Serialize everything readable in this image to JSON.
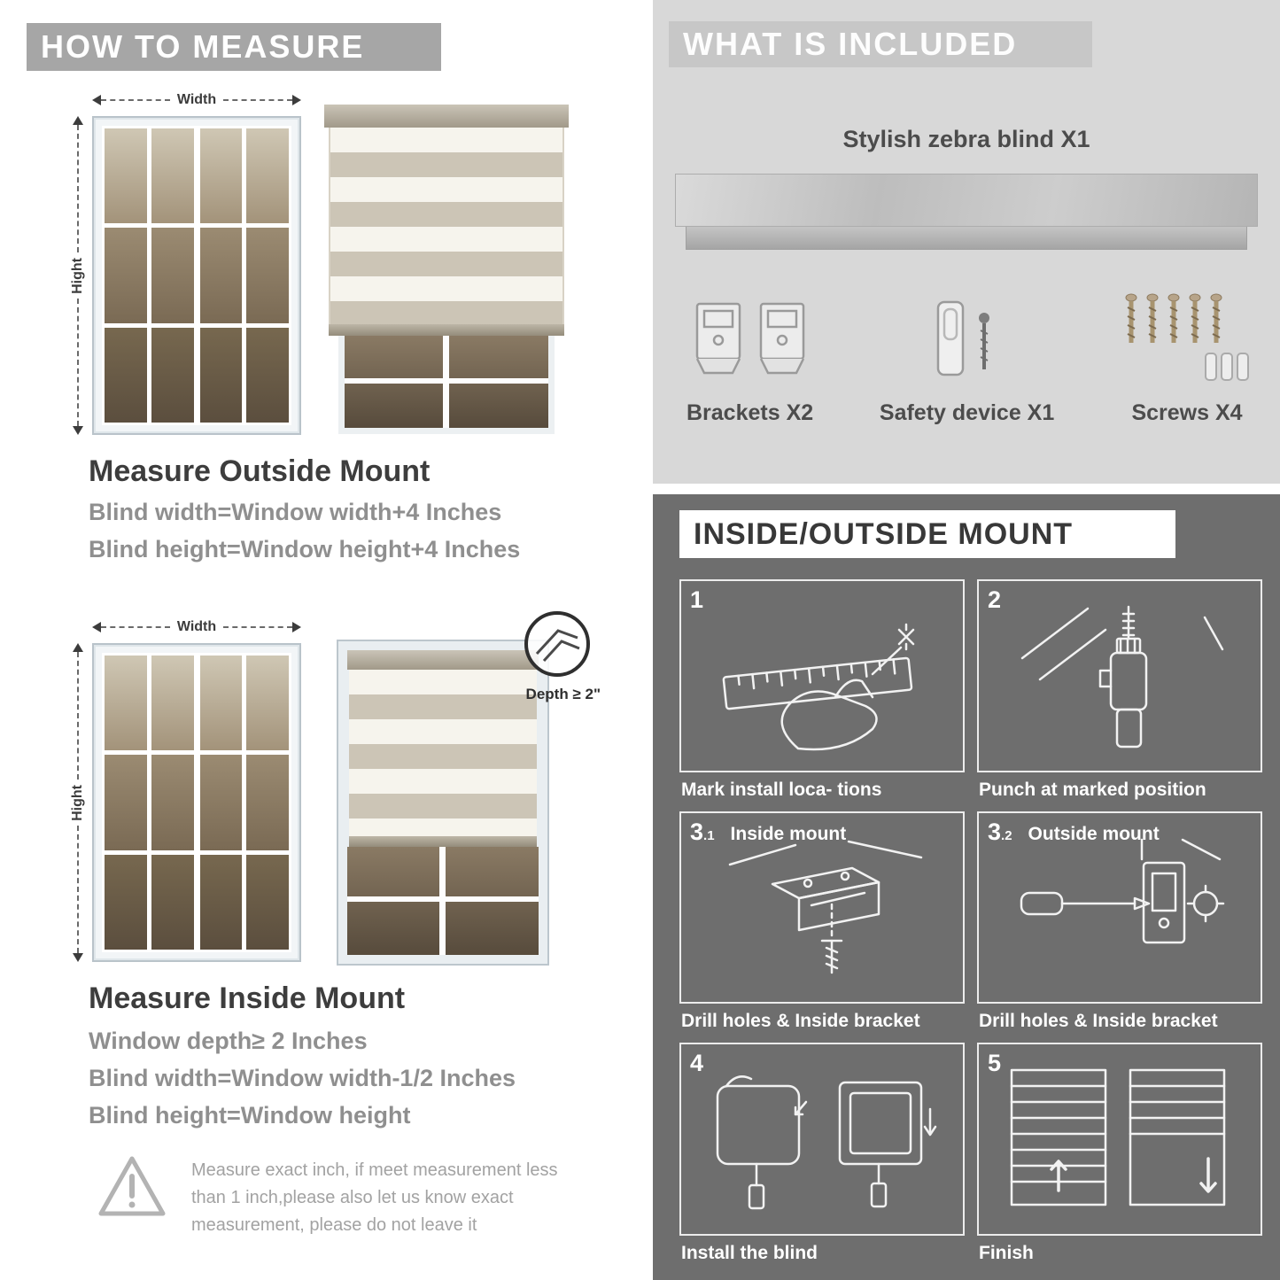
{
  "left": {
    "header": "HOW TO MEASURE",
    "width_label": "Width",
    "height_label": "Hight",
    "outside": {
      "title": "Measure Outside Mount",
      "lines": [
        "Blind width=Window width+4 Inches",
        "Blind height=Window height+4 Inches"
      ]
    },
    "inside": {
      "title": "Measure Inside Mount",
      "depth_callout": "Depth ≥ 2\"",
      "lines": [
        "Window depth≥ 2 Inches",
        "Blind width=Window width-1/2 Inches",
        "Blind height=Window height"
      ]
    },
    "warning": "Measure exact inch, if meet measurement less than 1 inch,please also let us know exact measurement, please do not leave it"
  },
  "right": {
    "included": {
      "header": "WHAT IS INCLUDED",
      "blind_label": "Stylish zebra blind X1",
      "items": [
        {
          "label": "Brackets X2"
        },
        {
          "label": "Safety device X1"
        },
        {
          "label": "Screws X4"
        }
      ]
    },
    "mount": {
      "header": "INSIDE/OUTSIDE MOUNT",
      "steps": [
        {
          "num": "1",
          "caption": "Mark install loca- tions"
        },
        {
          "num": "2",
          "caption": "Punch at  marked position"
        },
        {
          "num": "3",
          "sub": ".1",
          "label": "Inside mount",
          "caption": "Drill holes &  Inside bracket"
        },
        {
          "num": "3",
          "sub": ".2",
          "label": "Outside mount",
          "caption": "Drill holes &  Inside bracket"
        },
        {
          "num": "4",
          "caption": "Install the blind"
        },
        {
          "num": "5",
          "caption": "Finish"
        }
      ]
    }
  },
  "colors": {
    "header_gray": "#a6a6a6",
    "included_bg": "#d8d8d8",
    "mount_bg": "#6e6e6e",
    "text_dark": "#3d3d3d",
    "text_gray": "#8f8f8f"
  }
}
